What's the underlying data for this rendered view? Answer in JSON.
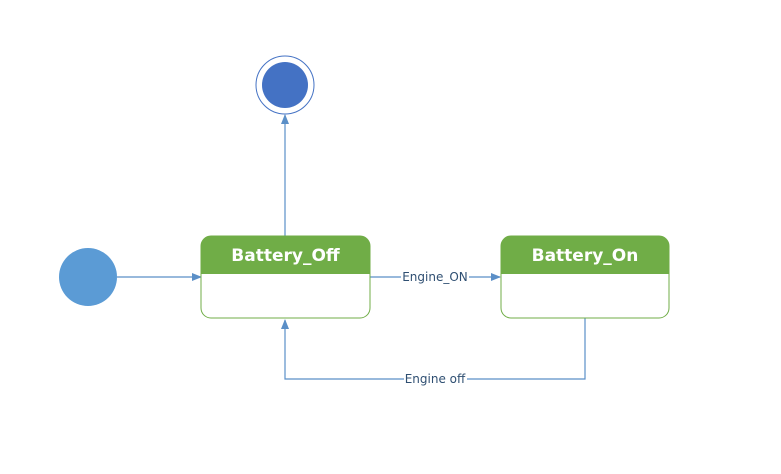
{
  "colors": {
    "initial_node": "#5b9bd5",
    "final_node": "#4472c4",
    "state_header": "#70ad47",
    "state_border": "#70ad47",
    "state_title_text": "#ffffff",
    "edge": "#5b8fc7",
    "edge_label": "#2f4f72"
  },
  "states": [
    {
      "id": "battery_off",
      "title": "Battery_Off"
    },
    {
      "id": "battery_on",
      "title": "Battery_On"
    }
  ],
  "transitions": [
    {
      "from": "initial",
      "to": "battery_off",
      "label": ""
    },
    {
      "from": "battery_off",
      "to": "final",
      "label": ""
    },
    {
      "from": "battery_off",
      "to": "battery_on",
      "label": "Engine_ON"
    },
    {
      "from": "battery_on",
      "to": "battery_off",
      "label": "Engine off"
    }
  ]
}
